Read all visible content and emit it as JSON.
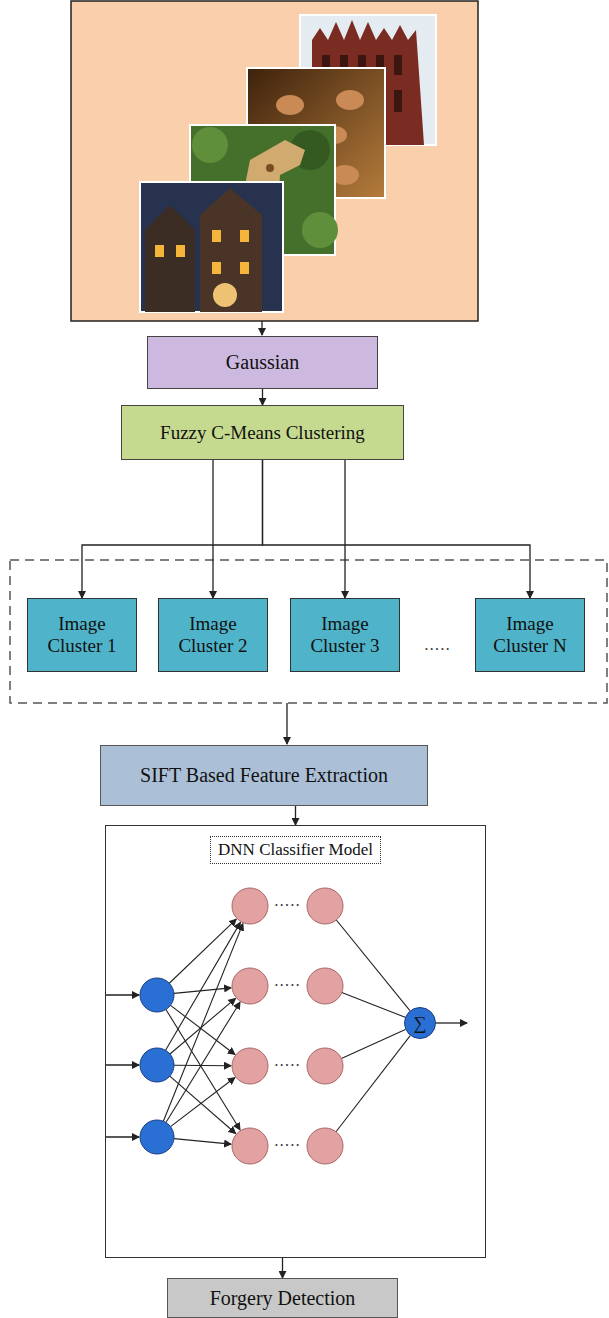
{
  "diagram": {
    "nodes": [
      {
        "text": [
          "Gaussian"
        ]
      },
      {
        "text": [
          "Fuzzy C-Means Clustering"
        ]
      },
      {
        "text": [
          "Image Cluster 1"
        ]
      },
      {
        "text": [
          "Image Cluster 2"
        ]
      },
      {
        "text": [
          "Image Cluster 3"
        ]
      },
      {
        "text": [
          "Image Cluster N"
        ]
      },
      {
        "text": [
          "SIFT Based Feature Extraction"
        ]
      },
      {
        "text": [
          "DNN Classifier Model"
        ]
      },
      {
        "text": [
          "∑"
        ],
        "in": 7
      },
      {
        "text": [
          "Forgery Detection"
        ]
      }
    ],
    "edges": [
      {
        "from": 0,
        "to": 1,
        "arrow": "to"
      },
      {
        "from": 1,
        "to": 2,
        "arrow": "to"
      },
      {
        "from": 1,
        "to": 3,
        "arrow": "to"
      },
      {
        "from": 1,
        "to": 4,
        "arrow": "to"
      },
      {
        "from": 1,
        "to": 5,
        "arrow": "to"
      },
      {
        "from": 6,
        "to": 7,
        "arrow": "to"
      },
      {
        "from": 7,
        "to": 9,
        "arrow": "to"
      }
    ],
    "labels": [
      "·····",
      "·····",
      "·····",
      "·····",
      "·····"
    ]
  }
}
